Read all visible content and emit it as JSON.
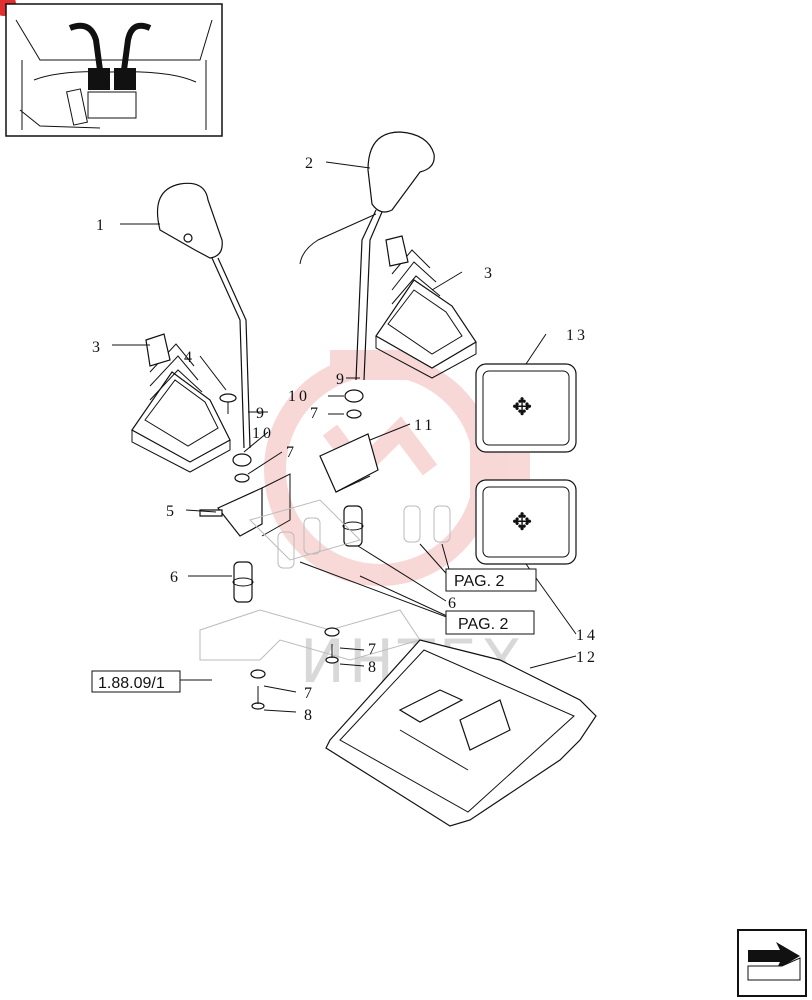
{
  "part_labels": {
    "p1": "1",
    "p2": "2",
    "p3a": "3",
    "p3b": "3",
    "p4": "4",
    "p5": "5",
    "p6a": "6",
    "p6b": "6",
    "p7a": "7",
    "p7b": "7",
    "p7c": "7",
    "p7d": "7",
    "p8a": "8",
    "p8b": "8",
    "p9a": "9",
    "p9b": "9",
    "p10a": "10",
    "p10b": "10",
    "p11": "11",
    "p12": "12",
    "p13": "13",
    "p14": "14"
  },
  "references": {
    "pag2_upper": "PAG. 2",
    "pag2_lower": "PAG. 2",
    "section_ref": "1.88.09/1"
  },
  "watermark": "ИНТЕХ",
  "colors": {
    "ink": "#111111",
    "watermark_red": "#f4b8b8",
    "badge_red": "#e03030"
  },
  "icons": {
    "nav": "next-page-arrow-icon",
    "badge": "corner-badge-icon"
  }
}
